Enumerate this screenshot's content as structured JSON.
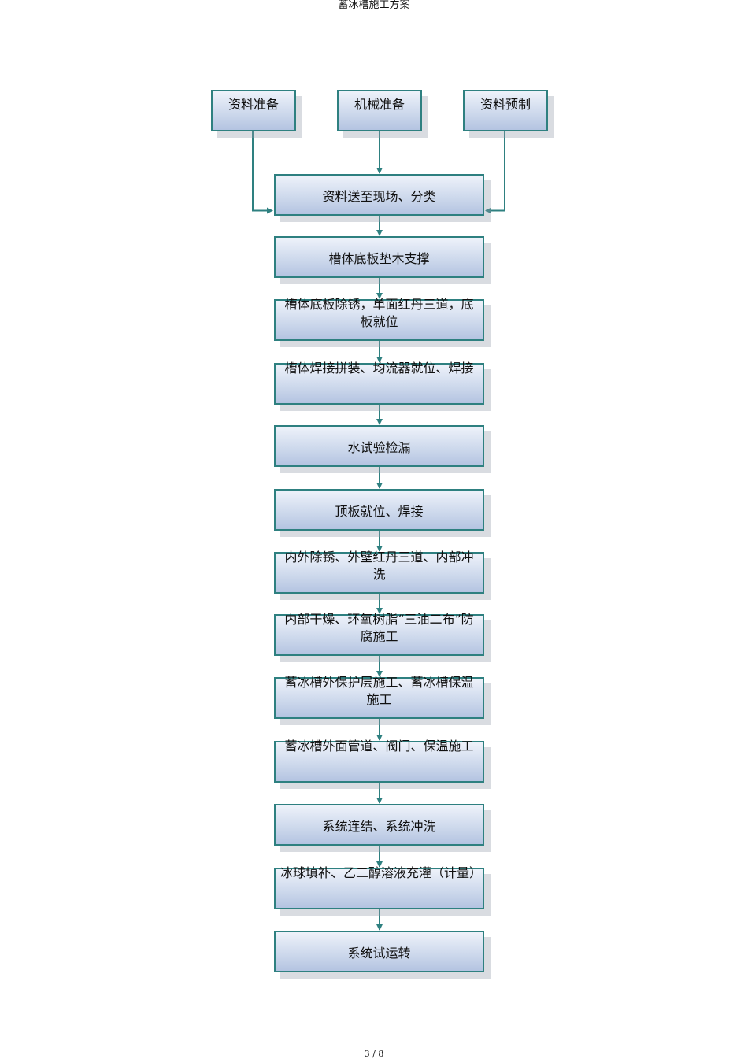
{
  "header": {
    "title": "蓄冰槽施工方案"
  },
  "footer": {
    "page_number": "3 / 8"
  },
  "flowchart": {
    "inputs": [
      {
        "id": "n1",
        "label": "资料准备"
      },
      {
        "id": "n2",
        "label": "机械准备"
      },
      {
        "id": "n3",
        "label": "资料预制"
      }
    ],
    "steps": [
      {
        "id": "s1",
        "label": "资料送至现场、分类"
      },
      {
        "id": "s2",
        "label": "槽体底板垫木支撑"
      },
      {
        "id": "s3",
        "label": "槽体底板除锈，单面红丹三道，底板就位"
      },
      {
        "id": "s4",
        "label": "槽体焊接拼装、均流器就位、焊接"
      },
      {
        "id": "s5",
        "label": "水试验检漏"
      },
      {
        "id": "s6",
        "label": "顶板就位、焊接"
      },
      {
        "id": "s7",
        "label": "内外除锈、外壁红丹三道、内部冲洗"
      },
      {
        "id": "s8",
        "label": "内部干燥、环氧树脂“三油二布”防腐施工"
      },
      {
        "id": "s9",
        "label": "蓄冰槽外保护层施工、蓄冰槽保温施工"
      },
      {
        "id": "s10",
        "label": "蓄冰槽外面管道、阀门、保温施工"
      },
      {
        "id": "s11",
        "label": "系统连结、系统冲洗"
      },
      {
        "id": "s12",
        "label": "冰球填补、乙二醇溶液充灌（计量）"
      },
      {
        "id": "s13",
        "label": "系统试运转"
      }
    ],
    "colors": {
      "box_border": "#2e8080",
      "arrow": "#2e8080",
      "box_fill_top": "#eef2fa",
      "box_fill_bottom": "#b4c4e1"
    }
  }
}
